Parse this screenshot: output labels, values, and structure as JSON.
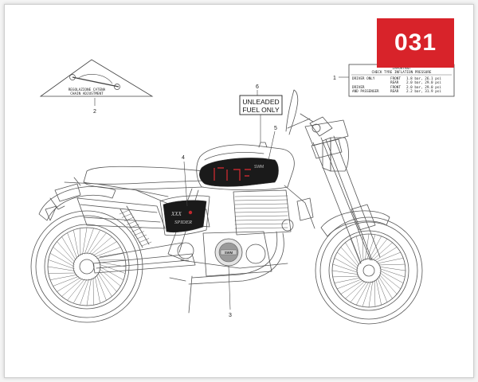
{
  "diagram": {
    "page_number": "031",
    "colors": {
      "badge": "#d8232a",
      "line": "#555555",
      "decal_dark": "#1a1a1a",
      "decal_accent": "#c0282e"
    },
    "callouts": [
      "1",
      "2",
      "3",
      "4",
      "5",
      "6"
    ],
    "fuel_label": {
      "line1": "UNLEADED",
      "line2": "FUEL ONLY"
    },
    "triangle_label": {
      "line1": "REGOLAZIONE CATENA",
      "line2": "CHAIN ADJUSTMENT"
    },
    "side_decal": {
      "line1": "XXX",
      "line2": "SPIDER"
    },
    "tank_decal": {
      "brand": "SWM"
    },
    "clutch_cover": {
      "text": "SWM"
    },
    "tyre_label": {
      "header1": "IMPORTANT",
      "header2": "CHECK TYRE INFLATION PRESSURE",
      "rows": [
        {
          "who": "DRIVER ONLY",
          "pos": "FRONT",
          "val": "1.8 bar, 26.1 psi"
        },
        {
          "who": "",
          "pos": "REAR",
          "val": "2.0 bar, 29.0 psi"
        },
        {
          "who": "DRIVER",
          "pos": "FRONT",
          "val": "2.0 bar, 29.0 psi"
        },
        {
          "who": "AND PASSENGER",
          "pos": "REAR",
          "val": "2.2 bar, 31.9 psi"
        }
      ]
    }
  }
}
